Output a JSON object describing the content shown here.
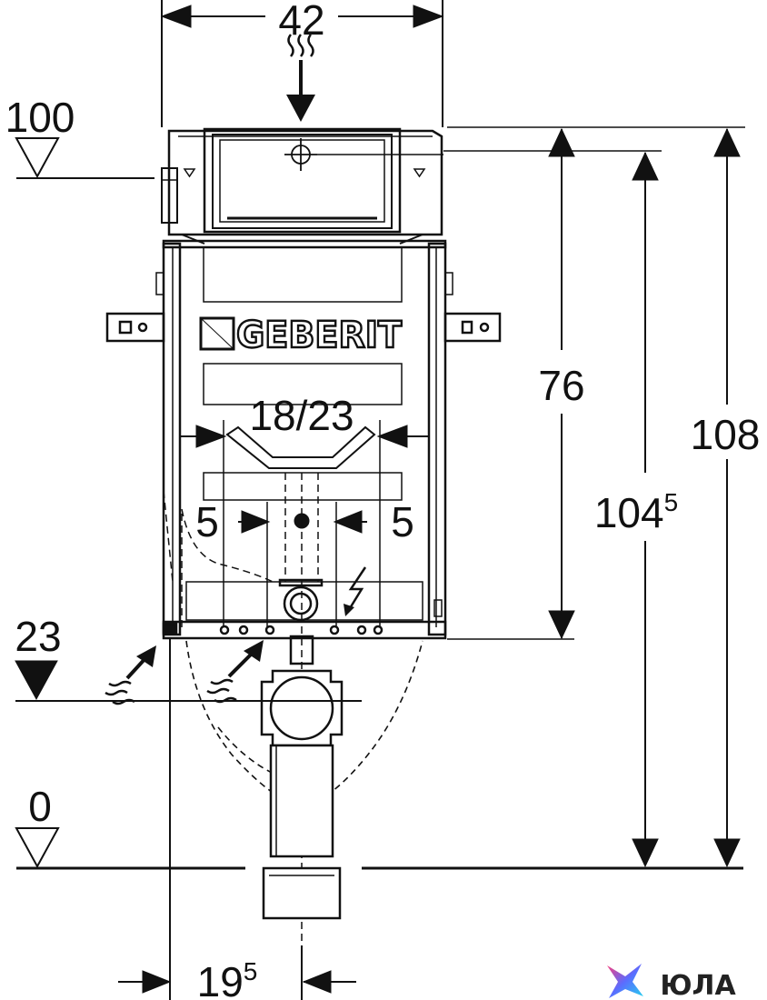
{
  "brand_text": "GEBERIT",
  "dimensions": {
    "width_top": "42",
    "level_top": "100",
    "height_76": "76",
    "height_1045_base": "104",
    "height_1045_sup": "5",
    "height_108": "108",
    "flush_pipe": "18/23",
    "offset_left": "5",
    "offset_right": "5",
    "level_23": "23",
    "level_0": "0",
    "depth_195_base": "19",
    "depth_195_sup": "5"
  },
  "watermark": {
    "text": "ЮЛА",
    "colors": [
      "#ff3c78",
      "#5b6cff",
      "#22d3ee"
    ]
  }
}
